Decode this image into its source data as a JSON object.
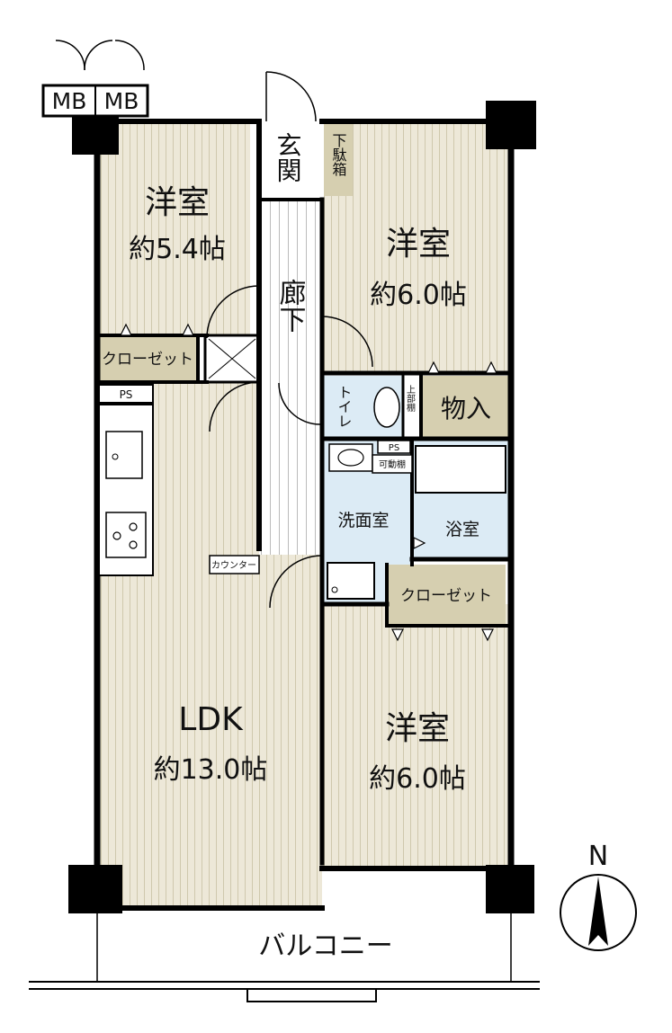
{
  "floorplan": {
    "mb_left": "MB",
    "mb_right": "MB",
    "entrance": "玄関",
    "shoe_box": "下駄箱",
    "hallway": "廊下",
    "room_nw": {
      "name": "洋室",
      "size": "約5.4帖"
    },
    "room_ne": {
      "name": "洋室",
      "size": "約6.0帖"
    },
    "room_se": {
      "name": "洋室",
      "size": "約6.0帖"
    },
    "ldk": {
      "name": "LDK",
      "size": "約13.0帖"
    },
    "closet_nw": "クローゼット",
    "closet_se": "クローゼット",
    "ps_kitchen": "PS",
    "ps_wash": "PS",
    "toilet": "トイレ",
    "upper_shelf": "上部棚",
    "storage": "物入",
    "movable_shelf": "可動棚",
    "washroom": "洗面室",
    "bathroom": "浴室",
    "counter": "カウンター",
    "balcony": "バルコニー",
    "north": "N"
  },
  "colors": {
    "floor_wood": "#ede8d8",
    "floor_wood_line": "#c9c2a6",
    "wet_area": "#dcebf5",
    "storage_fill": "#d6cfb0",
    "wall": "#000000"
  }
}
